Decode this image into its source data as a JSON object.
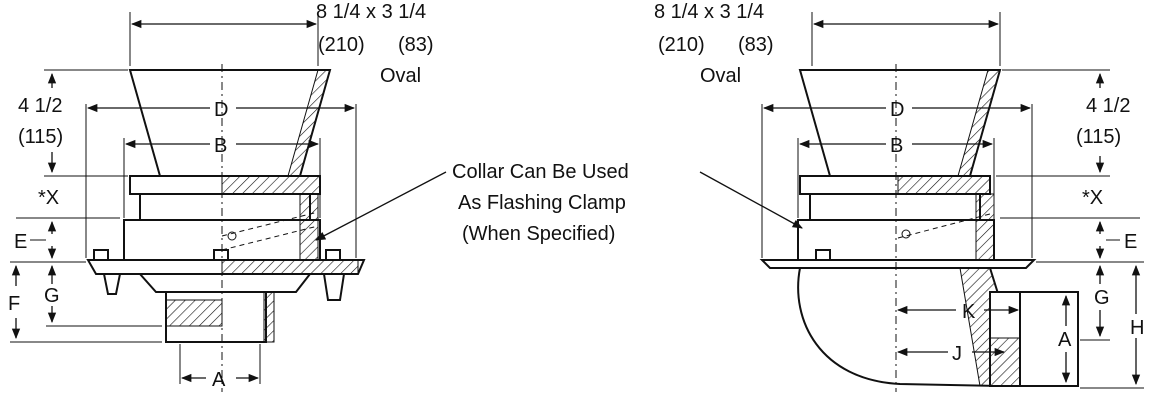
{
  "labels": {
    "top_dim_1": "8 1/4 x 3 1/4",
    "top_dim_2": "(210)",
    "top_dim_3": "(83)",
    "oval": "Oval",
    "height_dim": "4 1/2",
    "height_dim_mm": "(115)",
    "d": "D",
    "b": "B",
    "x": "*X",
    "e": "E",
    "f": "F",
    "g": "G",
    "a": "A",
    "k": "K",
    "j": "J",
    "h": "H"
  },
  "callout": {
    "line1": "Collar Can Be Used",
    "line2": "As Flashing Clamp",
    "line3": "(When Specified)"
  },
  "colors": {
    "ink": "#111111",
    "paper": "#ffffff"
  }
}
